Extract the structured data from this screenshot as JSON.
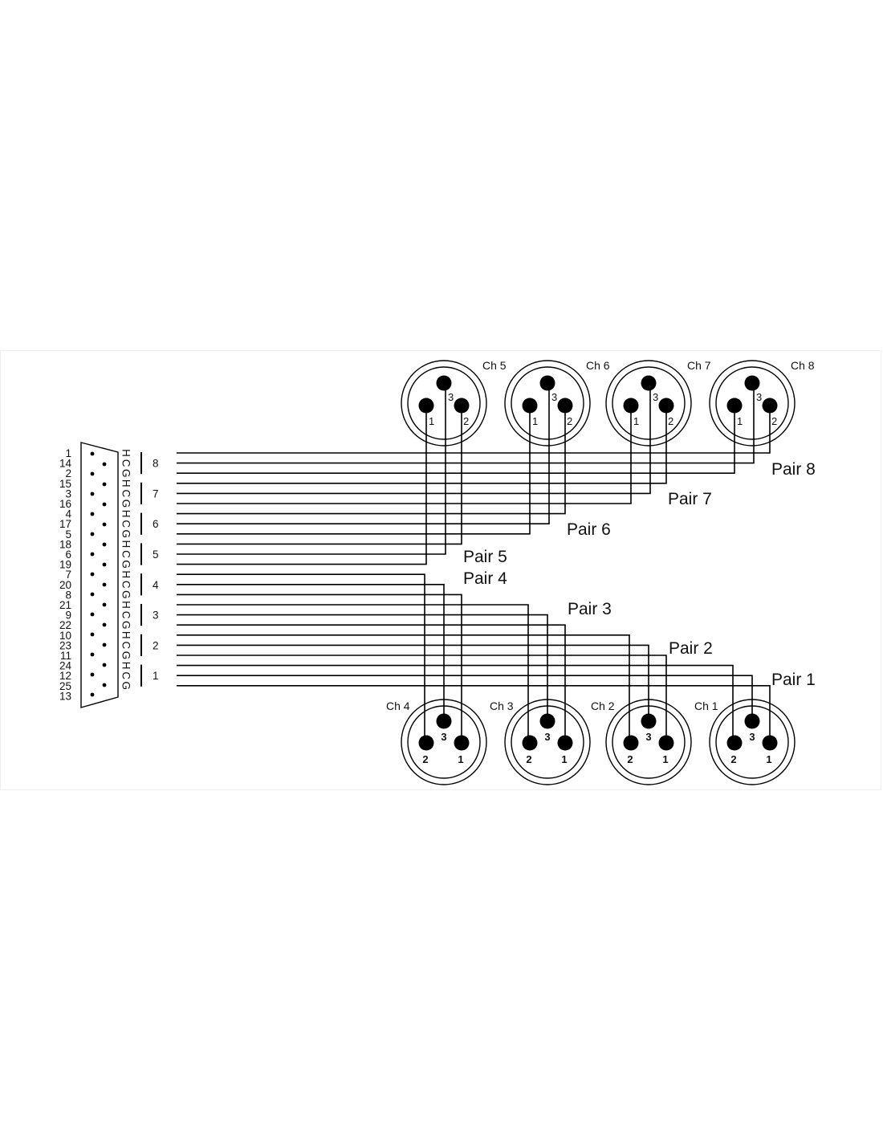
{
  "db25": {
    "pin_labels": [
      "1",
      "14",
      "2",
      "15",
      "3",
      "16",
      "4",
      "17",
      "5",
      "18",
      "6",
      "19",
      "7",
      "20",
      "8",
      "21",
      "9",
      "22",
      "10",
      "23",
      "11",
      "24",
      "12",
      "25",
      "13"
    ]
  },
  "wire_codes": [
    "H",
    "C",
    "G",
    "H",
    "C",
    "G",
    "H",
    "C",
    "G",
    "H",
    "C",
    "G",
    "H",
    "C",
    "G",
    "H",
    "C",
    "G",
    "H",
    "C",
    "G",
    "H",
    "C",
    "G"
  ],
  "pairs": [
    {
      "num": "8",
      "label": "Pair 8",
      "channel": "Ch 8"
    },
    {
      "num": "7",
      "label": "Pair 7",
      "channel": "Ch 7"
    },
    {
      "num": "6",
      "label": "Pair 6",
      "channel": "Ch 6"
    },
    {
      "num": "5",
      "label": "Pair 5",
      "channel": "Ch 5"
    },
    {
      "num": "4",
      "label": "Pair 4",
      "channel": "Ch 4"
    },
    {
      "num": "3",
      "label": "Pair 3",
      "channel": "Ch 3"
    },
    {
      "num": "2",
      "label": "Pair 2",
      "channel": "Ch 2"
    },
    {
      "num": "1",
      "label": "Pair 1",
      "channel": "Ch 1"
    }
  ],
  "xlr_pins": {
    "pin1": "1",
    "pin2": "2",
    "pin3": "3"
  }
}
